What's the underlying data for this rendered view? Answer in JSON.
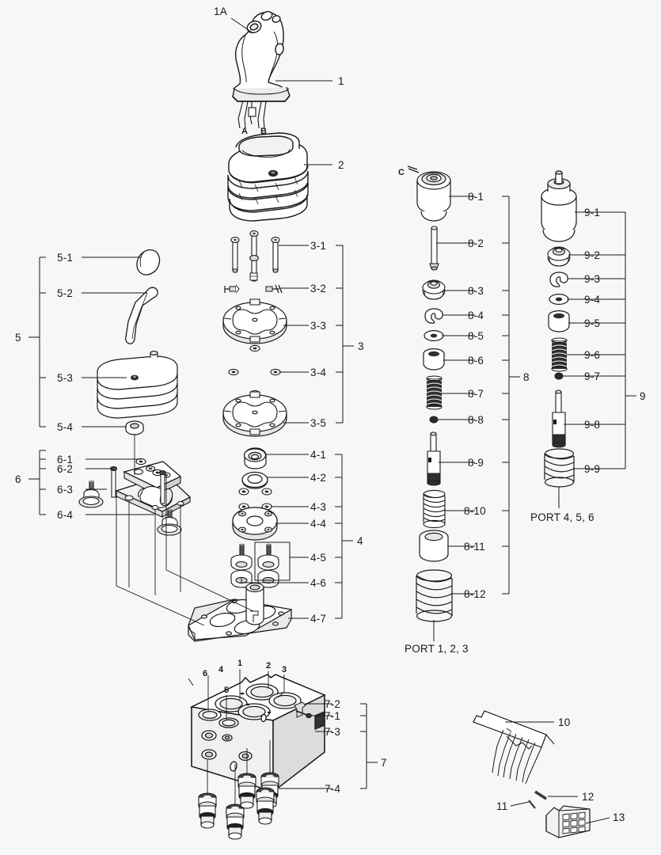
{
  "diagram": {
    "title": "Joystick Pilot Valve Exploded Assembly",
    "background": "#f7f7f7",
    "line_color": "#1a1a1a",
    "fill_light": "#ffffff",
    "fill_shade": "#d8d8d8",
    "fill_dark": "#3a3a3a"
  },
  "callouts": {
    "handle_top": "1A",
    "handle": "1",
    "boot": "2",
    "group3": "3",
    "g3_1": "3-1",
    "g3_2": "3-2",
    "g3_3": "3-3",
    "g3_4": "3-4",
    "g3_5": "3-5",
    "group4": "4",
    "g4_1": "4-1",
    "g4_2": "4-2",
    "g4_3": "4-3",
    "g4_4": "4-4",
    "g4_5": "4-5",
    "g4_6": "4-6",
    "g4_7": "4-7",
    "group5": "5",
    "g5_1": "5-1",
    "g5_2": "5-2",
    "g5_3": "5-3",
    "g5_4": "5-4",
    "group6": "6",
    "g6_1": "6-1",
    "g6_2": "6-2",
    "g6_3": "6-3",
    "g6_4": "6-4",
    "group7": "7",
    "g7_1": "7-1",
    "g7_2": "7-2",
    "g7_3": "7-3",
    "g7_4": "7-4",
    "group8": "8",
    "g8_1": "8-1",
    "g8_2": "8-2",
    "g8_3": "8-3",
    "g8_4": "8-4",
    "g8_5": "8-5",
    "g8_6": "8-6",
    "g8_7": "8-7",
    "g8_8": "8-8",
    "g8_9": "8-9",
    "g8_10": "8-10",
    "g8_11": "8-11",
    "g8_12": "8-12",
    "group9": "9",
    "g9_1": "9-1",
    "g9_2": "9-2",
    "g9_3": "9-3",
    "g9_4": "9-4",
    "g9_5": "9-5",
    "g9_6": "9-6",
    "g9_7": "9-7",
    "g9_8": "9-8",
    "g9_9": "9-9",
    "harness": "10",
    "pin_small": "11",
    "pin_large": "12",
    "connector": "13"
  },
  "markers": {
    "lever_a": "A",
    "lever_b": "B",
    "cap_c": "C"
  },
  "ports": {
    "port_123": "PORT 1, 2, 3",
    "port_456": "PORT 4, 5, 6"
  },
  "block_ports": {
    "p1": "1",
    "p2": "2",
    "p3": "3",
    "p4": "4",
    "p5": "5",
    "p6": "6"
  }
}
